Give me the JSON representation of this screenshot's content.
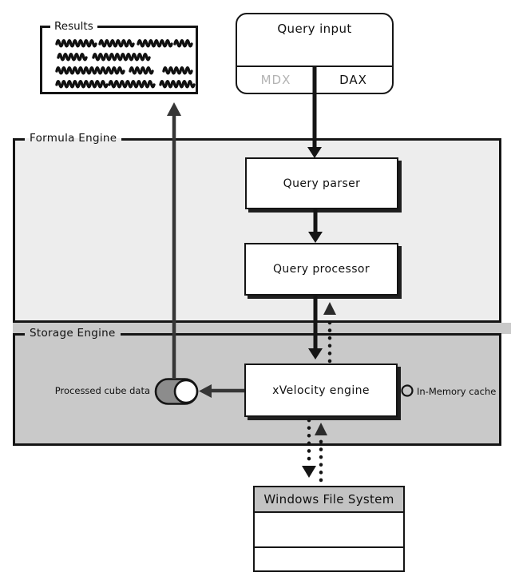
{
  "results": {
    "label": "Results"
  },
  "query_input": {
    "title": "Query input",
    "tabs": [
      {
        "label": "MDX",
        "state": "inactive"
      },
      {
        "label": "DAX",
        "state": "active"
      }
    ]
  },
  "formula_engine": {
    "label": "Formula Engine",
    "nodes": [
      {
        "label": "Query parser"
      },
      {
        "label": "Query processor"
      }
    ]
  },
  "storage_engine": {
    "label": "Storage Engine",
    "node": {
      "label": "xVelocity engine"
    },
    "processed_cube_data_label": "Processed cube data",
    "in_memory_cache_label": "In-Memory cache"
  },
  "file_system": {
    "header": "Windows File System",
    "rows": [
      "",
      ""
    ]
  },
  "colors": {
    "formula_fill": "#ededed",
    "storage_fill": "#c9c9c9",
    "table_header_fill": "#c3c3c3",
    "inactive_tab_text": "#b3b3b3",
    "line_black": "#151515",
    "arrow_dark": "#363636",
    "cylinder_fill": "#8c8c8c"
  }
}
